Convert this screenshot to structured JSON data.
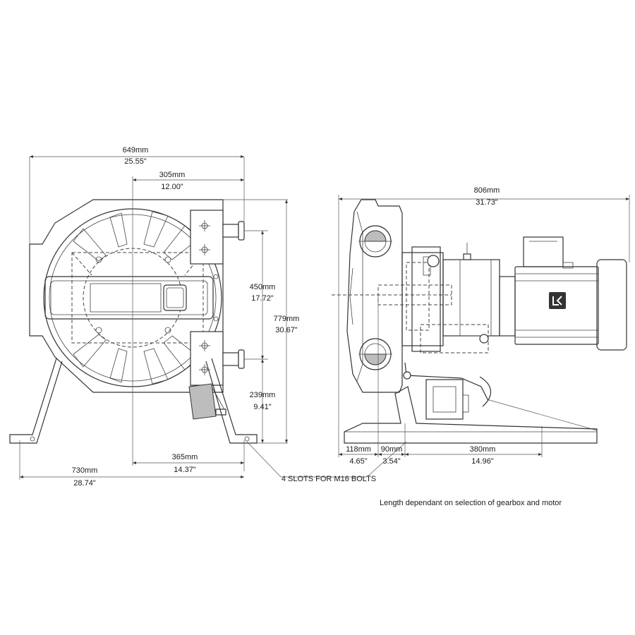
{
  "front_view": {
    "dims": {
      "overall_width": {
        "mm": "649mm",
        "in": "25.55\""
      },
      "center_to_port": {
        "mm": "305mm",
        "in": "12.00\""
      },
      "port_spacing": {
        "mm": "450mm",
        "in": "17.72\""
      },
      "overall_height": {
        "mm": "779mm",
        "in": "30.67\""
      },
      "port_height": {
        "mm": "239mm",
        "in": "9.41\""
      },
      "center_to_foot": {
        "mm": "365mm",
        "in": "14.37\""
      },
      "foot_span": {
        "mm": "730mm",
        "in": "28.74\""
      }
    },
    "slots_note": "4 SLOTS FOR M16 BOLTS"
  },
  "side_view": {
    "dims": {
      "overall_length": {
        "mm": "806mm",
        "in": "31.73\""
      },
      "base_front": {
        "mm": "118mm",
        "in": "4.65\""
      },
      "base_mid": {
        "mm": "90mm",
        "in": "3.54\""
      },
      "base_rear": {
        "mm": "380mm",
        "in": "14.96\""
      }
    },
    "note": "Length dependant on selection of gearbox and motor"
  }
}
